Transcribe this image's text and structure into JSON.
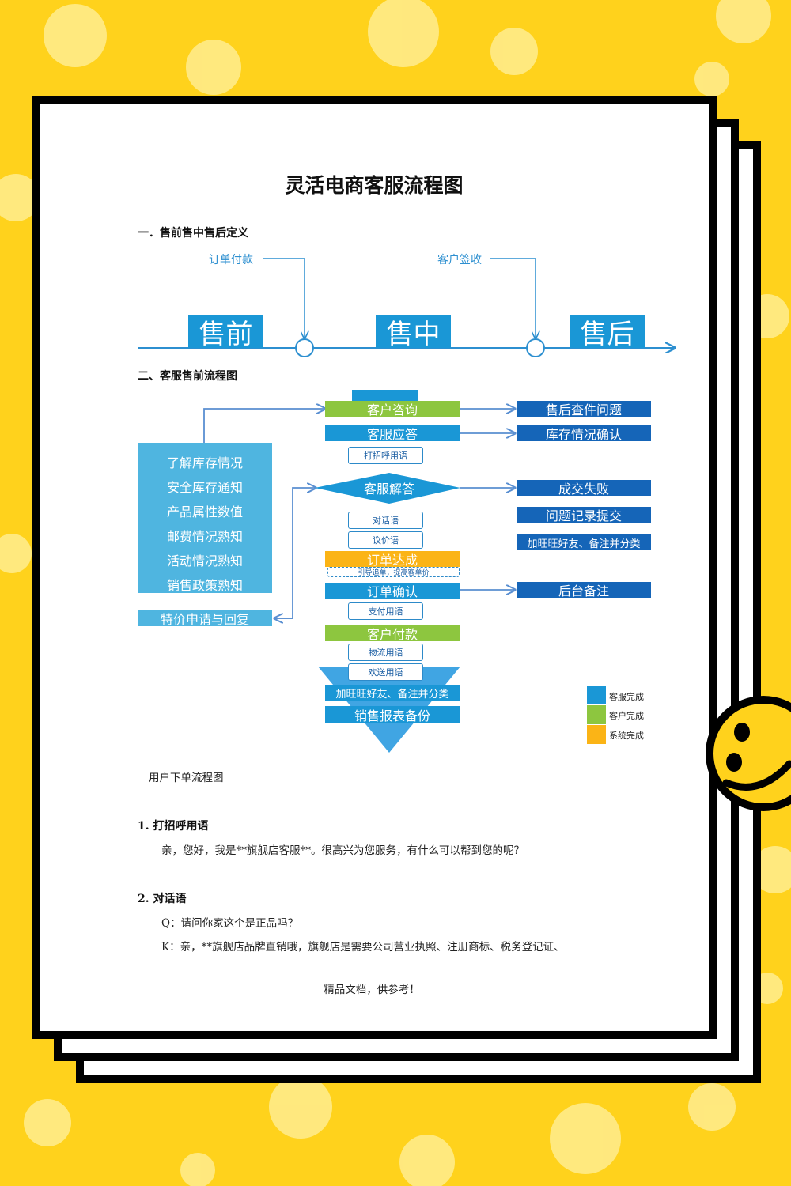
{
  "colors": {
    "background": "#ffd21c",
    "stage_blue": "#1a97d6",
    "navy": "#1565b8",
    "green": "#8dc63f",
    "orange": "#fbb416"
  },
  "doc": {
    "title": "灵活电商客服流程图",
    "section1": "一．售前售中售后定义",
    "section2": "二、客服售前流程图",
    "caption": "用户下单流程图",
    "footer": "精品文档，供参考！"
  },
  "timeline": {
    "stages": [
      "售前",
      "售中",
      "售后"
    ],
    "events": [
      "订单付款",
      "客户签收"
    ]
  },
  "flow": {
    "left_list": [
      "了解库存情况",
      "安全库存通知",
      "产品属性数值",
      "邮费情况熟知",
      "活动情况熟知",
      "销售政策熟知"
    ],
    "special": "特价申请与回复",
    "consult": "客户咨询",
    "reply": "客服应答",
    "greet": "打招呼用语",
    "answer": "客服解答",
    "dialog": "对话语",
    "bargain": "议价语",
    "deal": "订单达成",
    "guide": "引导追单，提高客单价",
    "confirm": "订单确认",
    "pay_words": "支付用语",
    "pay": "客户付款",
    "logistics": "物流用语",
    "welcome": "欢送用语",
    "add_friend": "加旺旺好友、备注并分类",
    "report": "销售报表备份",
    "after_issue": "售后查件问题",
    "stock_confirm": "库存情况确认",
    "fail": "成交失败",
    "record": "问题记录提交",
    "add_friend_right": "加旺旺好友、备注并分类",
    "backend_note": "后台备注"
  },
  "legend": [
    {
      "label": "客服完成",
      "color": "#1a97d6"
    },
    {
      "label": "客户完成",
      "color": "#8dc63f"
    },
    {
      "label": "系统完成",
      "color": "#fbb416"
    }
  ],
  "sections": {
    "s1_title": "1.  打招呼用语",
    "s1_text": "亲，您好，我是**旗舰店客服**。很高兴为您服务，有什么可以帮到您的呢？",
    "s2_title": "2.  对话语",
    "s2_q": "Q：请问你家这个是正品吗？",
    "s2_k": "K：亲，**旗舰店品牌直销哦，旗舰店是需要公司营业执照、注册商标、税务登记证、"
  }
}
